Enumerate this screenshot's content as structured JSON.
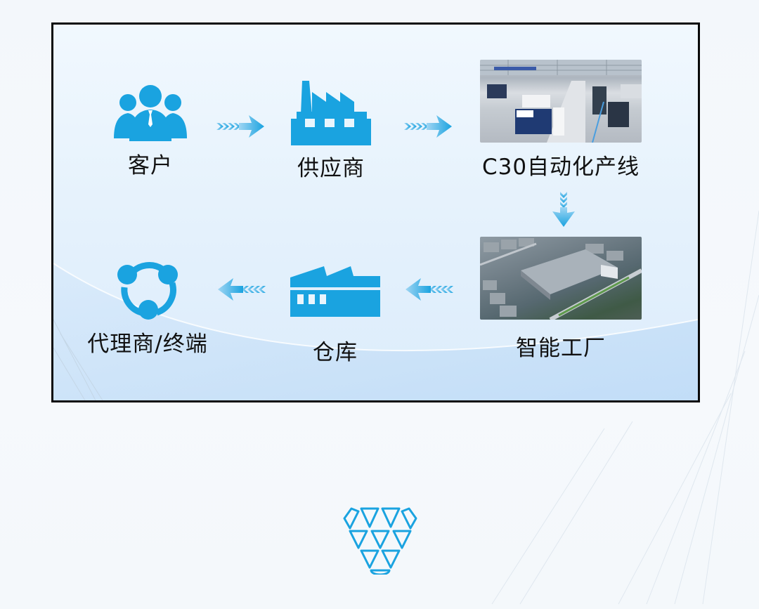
{
  "diagram": {
    "type": "supply-chain-flow",
    "accent_color": "#1aa3e0",
    "nodes": [
      {
        "id": "customer",
        "label": "客户",
        "icon": "people-group-icon"
      },
      {
        "id": "supplier",
        "label": "供应商",
        "icon": "factory-icon"
      },
      {
        "id": "production_line",
        "label": "C30自动化产线",
        "icon": "production-line-photo"
      },
      {
        "id": "smart_factory",
        "label": "智能工厂",
        "icon": "factory-aerial-photo"
      },
      {
        "id": "warehouse",
        "label": "仓库",
        "icon": "warehouse-icon"
      },
      {
        "id": "agent_terminal",
        "label": "代理商/终端",
        "icon": "network-share-icon"
      }
    ],
    "edges": [
      {
        "from": "customer",
        "to": "supplier",
        "direction": "right"
      },
      {
        "from": "supplier",
        "to": "production_line",
        "direction": "right"
      },
      {
        "from": "production_line",
        "to": "smart_factory",
        "direction": "down"
      },
      {
        "from": "smart_factory",
        "to": "warehouse",
        "direction": "left"
      },
      {
        "from": "warehouse",
        "to": "agent_terminal",
        "direction": "left"
      }
    ]
  },
  "footer": {
    "logo": "triangle-lattice-logo-icon"
  }
}
